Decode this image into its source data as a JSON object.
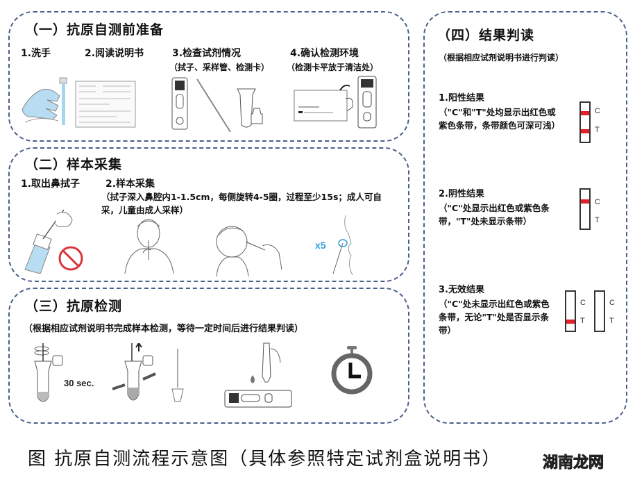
{
  "panels": {
    "prep": {
      "title": "（一）抗原自测前准备",
      "steps": [
        {
          "label": "1.洗手",
          "icon": "hand-washing-icon"
        },
        {
          "label": "2.阅读说明书",
          "icon": "instruction-leaflet-icon"
        },
        {
          "label": "3.检查试剂情况",
          "note": "（拭子、采样管、检测卡）",
          "icon": "test-kit-components-icon"
        },
        {
          "label": "4.确认检测环境",
          "note": "（检测卡平放于清洁处）",
          "icon": "test-card-on-flat-surface-icon"
        }
      ]
    },
    "sampling": {
      "title": "（二）样本采集",
      "steps": [
        {
          "label": "1.取出鼻拭子",
          "icon": "take-out-nasal-swab-icon"
        },
        {
          "label": "2.样本采集",
          "note": "（拭子深入鼻腔内1-1.5cm，每侧旋转4-5圈，过程至少15s；成人可自采，儿童由成人采样）",
          "icon": "nasal-sampling-icon"
        }
      ],
      "rotation_count": "x5"
    },
    "testing": {
      "title": "（三）抗原检测",
      "note": "（根据相应试剂说明书完成样本检测，等待一定时间后进行结果判读）",
      "duration_label": "30 sec."
    },
    "results": {
      "title": "（四）结果判读",
      "note": "（根据相应试剂说明书进行判读）",
      "items": [
        {
          "label": "1.阳性结果",
          "desc": "（\"C\"和\"T\"处均显示出红色或紫色条带，条带颜色可深可浅）",
          "strips": [
            {
              "c": true,
              "t": true
            }
          ]
        },
        {
          "label": "2.阴性结果",
          "desc": "（\"C\"处显示出红色或紫色条带，\"T\"处未显示条带）",
          "strips": [
            {
              "c": true,
              "t": false
            }
          ]
        },
        {
          "label": "3.无效结果",
          "desc": "（\"C\"处未显示出红色或紫色条带，无论\"T\"处是否显示条带）",
          "strips": [
            {
              "c": false,
              "t": true
            },
            {
              "c": false,
              "t": false
            }
          ]
        }
      ],
      "line_c": "C",
      "line_t": "T"
    }
  },
  "caption": "图 抗原自测流程示意图（具体参照特定试剂盒说明书）",
  "watermark": {
    "part1": "湖南",
    "part2": "龙网"
  },
  "colors": {
    "border": "#4a5f8c",
    "band": "#e0202a",
    "water": "#a9d4ef",
    "accent_blue": "#2a9fd8",
    "no_symbol": "#d9353a"
  }
}
